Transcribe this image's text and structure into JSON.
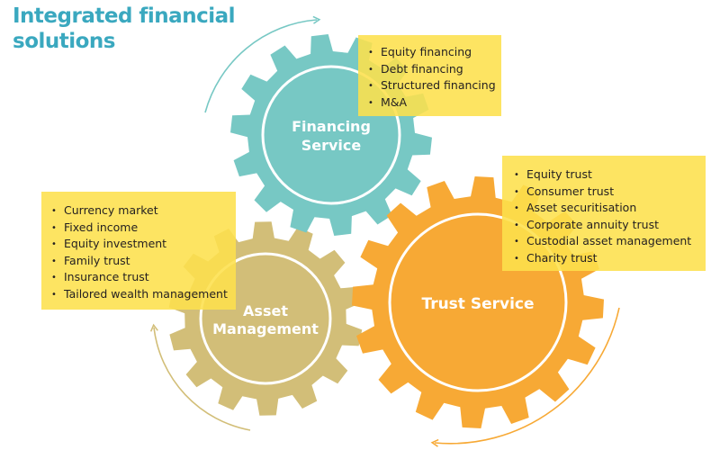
{
  "title": "Integrated financial solutions",
  "gears": {
    "financing": {
      "line1": "Financing",
      "line2": "Service",
      "color": "#77c8c4"
    },
    "trust": {
      "line1": "Trust Service",
      "color": "#f7a935"
    },
    "asset": {
      "line1": "Asset",
      "line2": "Management",
      "color": "#d2be78"
    }
  },
  "notes": {
    "financing": [
      "Equity financing",
      "Debt financing",
      "Structured financing",
      "M&A"
    ],
    "trust": [
      "Equity trust",
      "Consumer trust",
      "Asset securitisation",
      "Corporate annuity trust",
      "Custodial asset management",
      "Charity trust"
    ],
    "asset": [
      "Currency market",
      "Fixed income",
      "Equity investment",
      "Family trust",
      "Insurance trust",
      "Tailored wealth management"
    ]
  },
  "colors": {
    "title": "#3aa8bf",
    "note_fill": "#fde04c",
    "arrow_financing": "#77c8c4",
    "arrow_trust": "#f7a935",
    "arrow_asset": "#d2be78"
  }
}
